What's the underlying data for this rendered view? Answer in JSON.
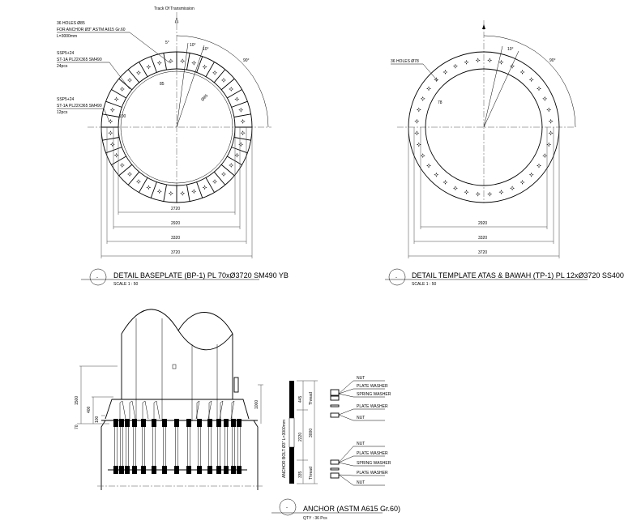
{
  "baseplate": {
    "track_label": "Track Of Transmission",
    "holes_note": [
      "36 HOLES Ø85",
      "FOR ANCHOR Ø3\" ASTM A615 Gr.60",
      "L=3000mm"
    ],
    "stiffener_a": [
      "SSP5+24",
      "ST-1A PL22X365 SM490",
      "24pcs"
    ],
    "stiffener_b": [
      "SSP5+24",
      "ST-1A PL22X365 SM490",
      "12pcs"
    ],
    "angles": [
      "5°",
      "10°",
      "10°",
      "90°"
    ],
    "small_dims": [
      "85",
      "Ø85",
      "100"
    ],
    "dims": [
      "2720",
      "2920",
      "3320",
      "3720"
    ],
    "title_marker": "-",
    "title": "DETAIL BASEPLATE (BP-1) PL 70xØ3720 SM490 YB",
    "scale": "SCALE 1 : 50"
  },
  "template": {
    "holes_note": "36 HOLES Ø78",
    "angles": [
      "10°",
      "90°"
    ],
    "small_dim": "78",
    "dims": [
      "2920",
      "3320",
      "3720"
    ],
    "title_marker": "-",
    "title": "DETAIL TEMPLATE ATAS & BAWAH (TP-1) PL 12xØ3720 SS400",
    "scale": "SCALE 1 : 50"
  },
  "elevation": {
    "dims_left": [
      "1500",
      "400",
      "100",
      "70"
    ],
    "dim_right": "1000"
  },
  "anchor": {
    "bolt_label": "ANCHOR BOLT Ø3\" L=3000mm",
    "segment_dims": [
      "445",
      "2220",
      "335"
    ],
    "thread_labels": [
      "Thread",
      "Thread"
    ],
    "total_dim": "3000",
    "top_parts": [
      "NUT",
      "PLATE WASHER",
      "SPRING WASHER",
      "PLATE WASHER",
      "NUT"
    ],
    "bottom_parts": [
      "NUT",
      "PLATE WASHER",
      "SPRING WASHER",
      "PLATE WASHER",
      "NUT"
    ],
    "title_marker": "-",
    "title": "ANCHOR (ASTM A615 Gr.60)",
    "qty": "QTY : 36 Pcs"
  }
}
